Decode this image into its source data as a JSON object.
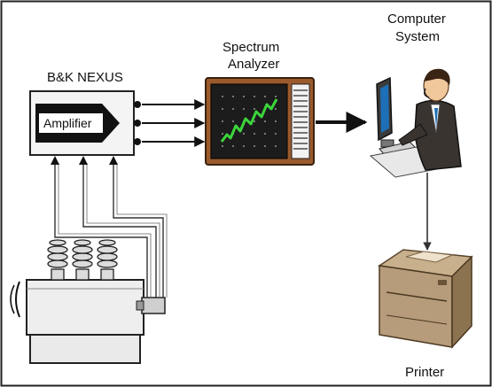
{
  "labels": {
    "nexus": "B&K NEXUS",
    "amplifier": "Amplifier",
    "analyzer_line1": "Spectrum",
    "analyzer_line2": "Analyzer",
    "computer_line1": "Computer",
    "computer_line2": "System",
    "printer": "Printer"
  },
  "colors": {
    "frame": "#222222",
    "analyzer_case": "#9a5a2c",
    "analyzer_screen": "#1c1c1c",
    "spectrum_trace": "#3bd63b",
    "printer_body": "#b69c7a",
    "transformer": "#eaeaea"
  }
}
